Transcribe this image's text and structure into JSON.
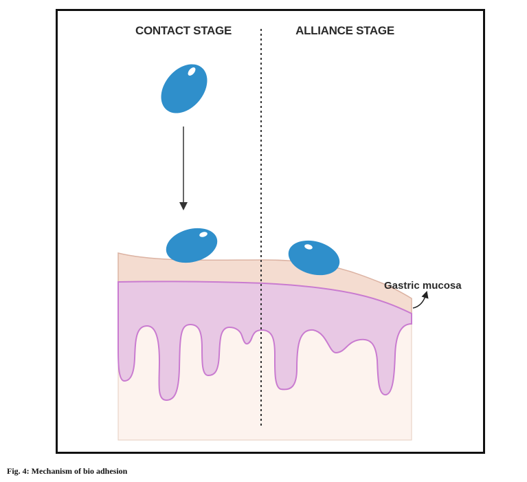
{
  "diagram": {
    "left_stage_label": "CONTACT STAGE",
    "right_stage_label": "ALLIANCE STAGE",
    "mucosa_label": "Gastric mucosa"
  },
  "caption": "Fig. 4: Mechanism of bio adhesion",
  "colors": {
    "particle": "#2f8fcb",
    "mucus_layer": "#f4dcd0",
    "mucus_edge": "#dcb3a3",
    "epithelium": "#e8c8e4",
    "epithelium_edge": "#c97bd0",
    "tissue": "#fdf3ee",
    "border": "#111111"
  }
}
